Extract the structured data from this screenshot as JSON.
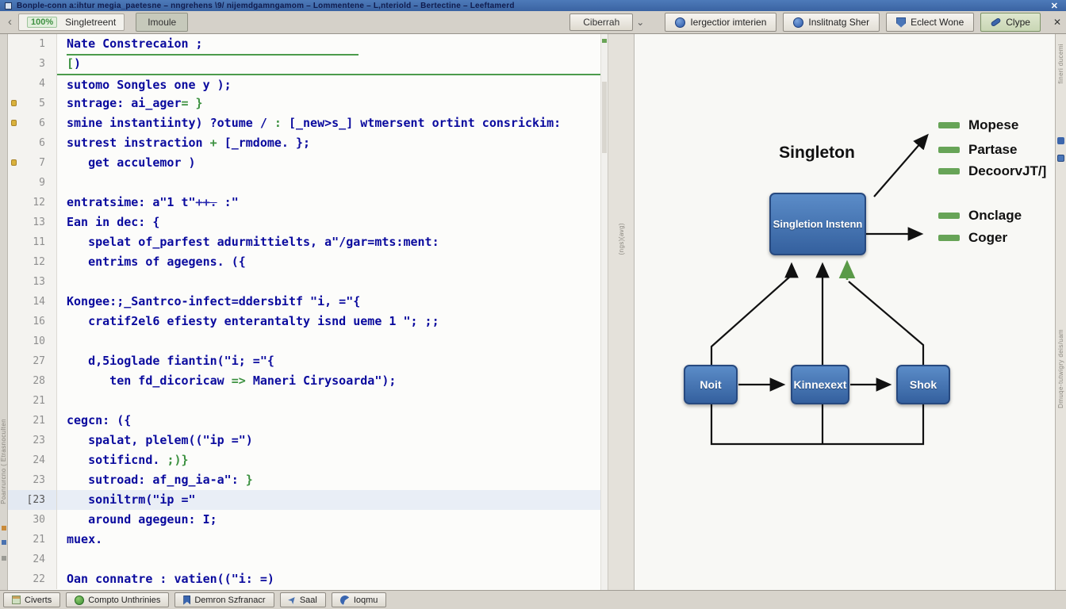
{
  "window": {
    "title": "Bonple-conn a:ihtur megia_paetesne – nngrehens   \\9/   nijemdgamngamom – Lommentene – L,nteriold – Bertectine – Leeftamerd",
    "close_glyph": "✕"
  },
  "toolbar": {
    "back_glyph": "‹",
    "zoom_tab": "100%",
    "tab_label": "Singletreent",
    "active_tab_label": "Imoule",
    "dropdown_label": "Ciberrah",
    "chevron_glyph": "⌄",
    "close_glyph": "✕",
    "buttons": [
      {
        "label": "Iergectior imterien",
        "icon": "inspection-icon",
        "active": false
      },
      {
        "label": "Inslitnatg Sher",
        "icon": "highlight-icon",
        "active": false
      },
      {
        "label": "Eclect Wone",
        "icon": "shield-icon",
        "active": false
      },
      {
        "label": "Clype",
        "icon": "wrench-icon",
        "active": true
      }
    ]
  },
  "editor": {
    "lines": [
      {
        "n": "1",
        "s": [
          [
            "Nate Constrecaion ;",
            "kw"
          ]
        ],
        "rule": "short"
      },
      {
        "n": "3",
        "s": [
          [
            "[",
            "grn"
          ],
          [
            ")",
            "kw"
          ]
        ]
      },
      {
        "n": "4",
        "s": [
          [
            "sutomo Songles one y );",
            "kw"
          ]
        ],
        "rule": "top"
      },
      {
        "n": "5",
        "s": [
          [
            "sntrage: ai_ager",
            "kw"
          ],
          [
            "= }",
            "grn"
          ]
        ],
        "gi": true
      },
      {
        "n": "6",
        "s": [
          [
            "smine instantiinty) ?otume / ",
            "kw"
          ],
          [
            ": ",
            "grn"
          ],
          [
            "[_new>s_] wtmersent ortint consrickim:",
            "kw"
          ]
        ],
        "gi": true
      },
      {
        "n": "6",
        "s": [
          [
            "sutrest instraction ",
            "kw"
          ],
          [
            "+ ",
            "grn"
          ],
          [
            "[_rmdome. };",
            "kw"
          ]
        ]
      },
      {
        "n": "7",
        "s": [
          [
            "   get acculemor",
            "kw"
          ],
          [
            " )",
            "kw"
          ]
        ],
        "gi": true
      },
      {
        "n": "9",
        "s": []
      },
      {
        "n": "12",
        "s": [
          [
            "entratsime: a\"1 t\"",
            "kw"
          ],
          [
            "++.",
            "st"
          ],
          [
            " :\"",
            "kw"
          ]
        ]
      },
      {
        "n": "13",
        "s": [
          [
            "Ean in dec: {",
            "kw"
          ]
        ]
      },
      {
        "n": "11",
        "s": [
          [
            "   spelat of_parfest adurmittielts, a\"/gar=mts:ment:",
            "kw"
          ]
        ]
      },
      {
        "n": "12",
        "s": [
          [
            "   entrims of agegens. ({",
            "kw"
          ]
        ]
      },
      {
        "n": "13",
        "s": []
      },
      {
        "n": "14",
        "s": [
          [
            "Kongee:;_Santrco-infect=ddersbitf \"i, =\"{",
            "kw"
          ]
        ]
      },
      {
        "n": "16",
        "s": [
          [
            "   cratif2el6 efiesty enterantalty isnd ueme 1 \"; ;;",
            "kw"
          ]
        ]
      },
      {
        "n": "10",
        "s": []
      },
      {
        "n": "27",
        "s": [
          [
            "   d,5ioglade fiantin(\"i; =\"{",
            "kw"
          ]
        ]
      },
      {
        "n": "28",
        "s": [
          [
            "      ten fd_dicoricaw ",
            "kw"
          ],
          [
            "=> ",
            "grn"
          ],
          [
            "Maneri Cirysoarda\");",
            "kw"
          ]
        ]
      },
      {
        "n": "21",
        "s": []
      },
      {
        "n": "21",
        "s": [
          [
            "cegcn: ({",
            "kw"
          ]
        ]
      },
      {
        "n": "23",
        "s": [
          [
            "   spalat, plelem((\"ip =\")",
            "kw"
          ]
        ]
      },
      {
        "n": "24",
        "s": [
          [
            "   sotificnd. ",
            "kw"
          ],
          [
            ";)}",
            "grn"
          ]
        ]
      },
      {
        "n": "23",
        "s": [
          [
            "   sutroad: af_ng_ia-a\": ",
            "kw"
          ],
          [
            "}",
            "grn"
          ]
        ]
      },
      {
        "n": "[23",
        "s": [
          [
            "   soniltrm(\"ip =\"",
            "kw"
          ]
        ],
        "hl": true
      },
      {
        "n": "30",
        "s": [
          [
            "   around agegeun: I;",
            "kw"
          ]
        ]
      },
      {
        "n": "21",
        "s": [
          [
            "muex.",
            "kw"
          ]
        ]
      },
      {
        "n": "24",
        "s": []
      },
      {
        "n": "22",
        "s": [
          [
            "Oan connatre : vatien((\"i: =)",
            "kw"
          ]
        ]
      }
    ]
  },
  "diagram": {
    "title": "Singleton",
    "main_node": "Singletion Instenn",
    "legend_top": [
      "Mopese",
      "Partase",
      "DecoorvJT/]"
    ],
    "legend_right": [
      "Onclage",
      "Coger"
    ],
    "nodes": [
      "Noit",
      "Kinnexext",
      "Shok"
    ],
    "accent_green": "#67a457",
    "node_blue": "#34609e"
  },
  "side": {
    "left_vertical": "Poanrurcno ( Etrasnoculten",
    "divider_vertical": "(ngs)(avg)",
    "right_vertical_top": "fineri ducemi",
    "right_vertical_mid": "Dmuqe-tutwigry deis/uam"
  },
  "statusbar": {
    "buttons": [
      {
        "label": "Civerts",
        "icon": "calendar-icon"
      },
      {
        "label": "Compto Unthrinies",
        "icon": "updates-icon"
      },
      {
        "label": "Demron Szfranacr",
        "icon": "bookmark-icon"
      },
      {
        "label": "Saal",
        "icon": "cursor-icon",
        "glyph": "➤"
      },
      {
        "label": "Ioqmu",
        "icon": "swoosh-icon"
      }
    ]
  }
}
